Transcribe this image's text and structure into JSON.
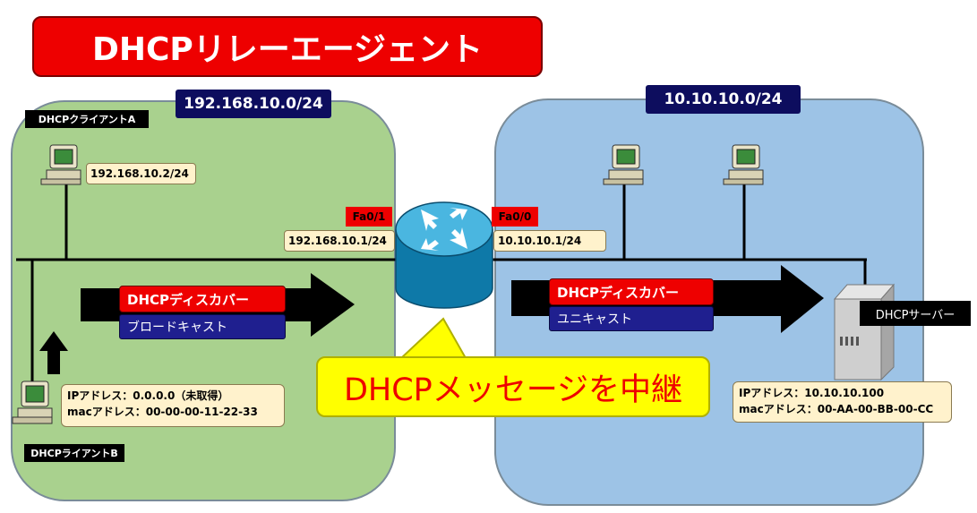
{
  "title": "DHCPリレーエージェント",
  "networks": {
    "left": "192.168.10.0/24",
    "right": "10.10.10.0/24"
  },
  "clients": {
    "a_label": "DHCPクライアントA",
    "a_ip": "192.168.10.2/24",
    "b_label": "DHCPライアントB",
    "b_ip": "IPアドレス：0.0.0.0（未取得）",
    "b_mac": "macアドレス：00-00-00-11-22-33"
  },
  "router": {
    "port_left": "Fa0/1",
    "ip_left": "192.168.10.1/24",
    "port_right": "Fa0/0",
    "ip_right": "10.10.10.1/24"
  },
  "messages": {
    "left_title": "DHCPディスカバー",
    "left_sub": "ブロードキャスト",
    "right_title": "DHCPディスカバー",
    "right_sub": "ユニキャスト",
    "relay": "DHCPメッセージを中継"
  },
  "server": {
    "label": "DHCPサーバー",
    "ip": "IPアドレス：10.10.10.100",
    "mac": "macアドレス：00-AA-00-BB-00-CC"
  }
}
